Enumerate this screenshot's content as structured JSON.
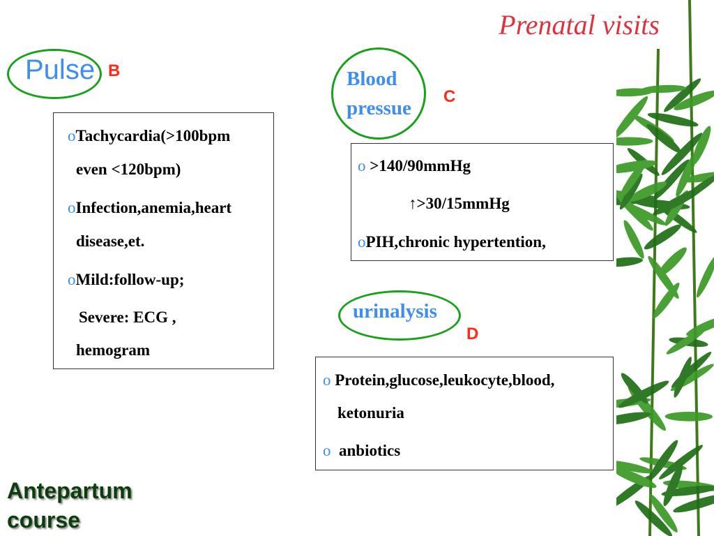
{
  "title": "Prenatal visits",
  "pulse": {
    "heading": "Pulse",
    "letter": "B",
    "lines": [
      {
        "bullet": "o",
        "text": "Tachycardia(>100bpm"
      },
      {
        "bullet": "",
        "text": "even <120bpm)"
      },
      {
        "bullet": "o",
        "text": "Infection,anemia,heart"
      },
      {
        "bullet": "",
        "text": "disease,et."
      },
      {
        "bullet": "o",
        "text": "Mild:follow-up;"
      },
      {
        "bullet": "",
        "text": "Severe: ECG ,"
      },
      {
        "bullet": "",
        "text": "hemogram"
      }
    ]
  },
  "blood_pressure": {
    "heading_line1": "Blood",
    "heading_line2": "pressue",
    "letter": "C",
    "lines": [
      {
        "bullet": "o",
        "text": ">140/90mmHg"
      },
      {
        "bullet": "",
        "text": "↑>30/15mmHg"
      },
      {
        "bullet": "o",
        "text": "PIH,chronic hypertention,"
      }
    ]
  },
  "urinalysis": {
    "heading": "urinalysis",
    "letter": "D",
    "lines": [
      {
        "bullet": "o",
        "text": "Protein,glucose,leukocyte,blood,"
      },
      {
        "bullet": "",
        "text": "ketonuria"
      },
      {
        "bullet": "o",
        "text": "anbiotics"
      }
    ]
  },
  "footer": {
    "line1": "Antepartum",
    "line2": "course"
  },
  "colors": {
    "title": "#e0323c",
    "heading": "#3d8ef0",
    "oval": "#19a11c",
    "letter": "#ff2a1a",
    "footer": "#0c3d0c"
  }
}
